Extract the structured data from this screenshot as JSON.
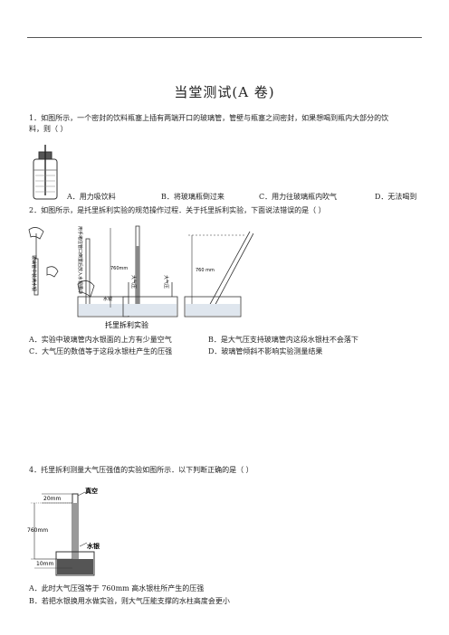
{
  "title": "当堂测试(A 卷)",
  "q1": {
    "text_line1": "1．如图所示，一个密封的饮料瓶塞上插有两端开口的玻璃管，管壁与瓶塞之间密封，如果想喝到瓶内大部分的饮",
    "text_line2": "料，则（        ）",
    "options": [
      "A．用力吸饮料",
      "B．将玻璃瓶倒过来",
      "C．用力往玻璃瓶内吹气",
      "D．无法喝到"
    ]
  },
  "q2": {
    "text": "2．如图所示，是托里拆利实验的规范操作过程．关于托里拆利实验，下面说法错误的是（        ）",
    "figure": {
      "caption": "托里拆利实验",
      "vertical_note_1": "玻璃管中装满水银",
      "vertical_note_2": "用手堵住管口倒置后放入水银槽中",
      "label_760": "760mm",
      "label_atm1": "大气压",
      "label_atm2": "大气压",
      "label_mercury": "水银",
      "label_760b": "760 mm"
    },
    "options": [
      "A．实验中玻璃管内水银面的上方有少量空气",
      "B．是大气压支持玻璃管内这段水银柱不会落下",
      "C．大气压的数值等于这段水银柱产生的压强",
      "D．玻璃管倾斜不影响实验测量结果"
    ]
  },
  "q4": {
    "text": "4．托里拆利测量大气压强值的实验如图所示．以下判断正确的是（        ）",
    "figure": {
      "label_vacuum": "真空",
      "label_20mm": "20mm",
      "label_760mm": "760mm",
      "label_mercury": "水银",
      "label_10mm": "10mm"
    },
    "options": [
      "A．此时大气压强等于 760mm 高水银柱所产生的压强",
      "B．若把水银换用水做实验，则大气压能支撑的水柱高度会更小"
    ]
  }
}
